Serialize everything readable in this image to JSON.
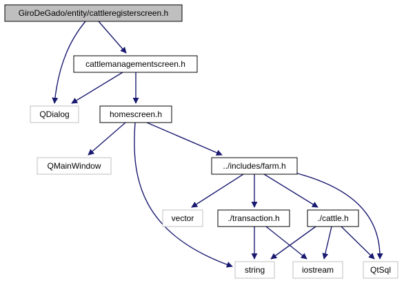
{
  "diagram": {
    "nodes": [
      {
        "id": "root",
        "label": "GiroDeGado/entity/cattleregisterscreen.h",
        "kind": "root"
      },
      {
        "id": "cms",
        "label": "cattlemanagementscreen.h",
        "kind": "header"
      },
      {
        "id": "qdlg",
        "label": "QDialog",
        "kind": "external"
      },
      {
        "id": "home",
        "label": "homescreen.h",
        "kind": "header"
      },
      {
        "id": "qmw",
        "label": "QMainWindow",
        "kind": "external"
      },
      {
        "id": "farm",
        "label": "../includes/farm.h",
        "kind": "header"
      },
      {
        "id": "vec",
        "label": "vector",
        "kind": "external"
      },
      {
        "id": "trans",
        "label": "./transaction.h",
        "kind": "header"
      },
      {
        "id": "cattle",
        "label": "./cattle.h",
        "kind": "header"
      },
      {
        "id": "str",
        "label": "string",
        "kind": "external"
      },
      {
        "id": "ios",
        "label": "iostream",
        "kind": "external"
      },
      {
        "id": "qtsql",
        "label": "QtSql",
        "kind": "external"
      }
    ],
    "edges": [
      {
        "from": "root",
        "to": "cms"
      },
      {
        "from": "root",
        "to": "qdlg"
      },
      {
        "from": "cms",
        "to": "qdlg"
      },
      {
        "from": "cms",
        "to": "home"
      },
      {
        "from": "home",
        "to": "qmw"
      },
      {
        "from": "home",
        "to": "farm"
      },
      {
        "from": "home",
        "to": "str"
      },
      {
        "from": "farm",
        "to": "vec"
      },
      {
        "from": "farm",
        "to": "trans"
      },
      {
        "from": "farm",
        "to": "cattle"
      },
      {
        "from": "farm",
        "to": "qtsql"
      },
      {
        "from": "trans",
        "to": "str"
      },
      {
        "from": "trans",
        "to": "ios"
      },
      {
        "from": "cattle",
        "to": "str"
      },
      {
        "from": "cattle",
        "to": "ios"
      },
      {
        "from": "cattle",
        "to": "qtsql"
      }
    ],
    "colors": {
      "edge": "#191970",
      "header_border": "#000000",
      "external_border": "#bfbfbf",
      "root_fill": "#bfbfbf",
      "node_fill": "#ffffff"
    }
  }
}
